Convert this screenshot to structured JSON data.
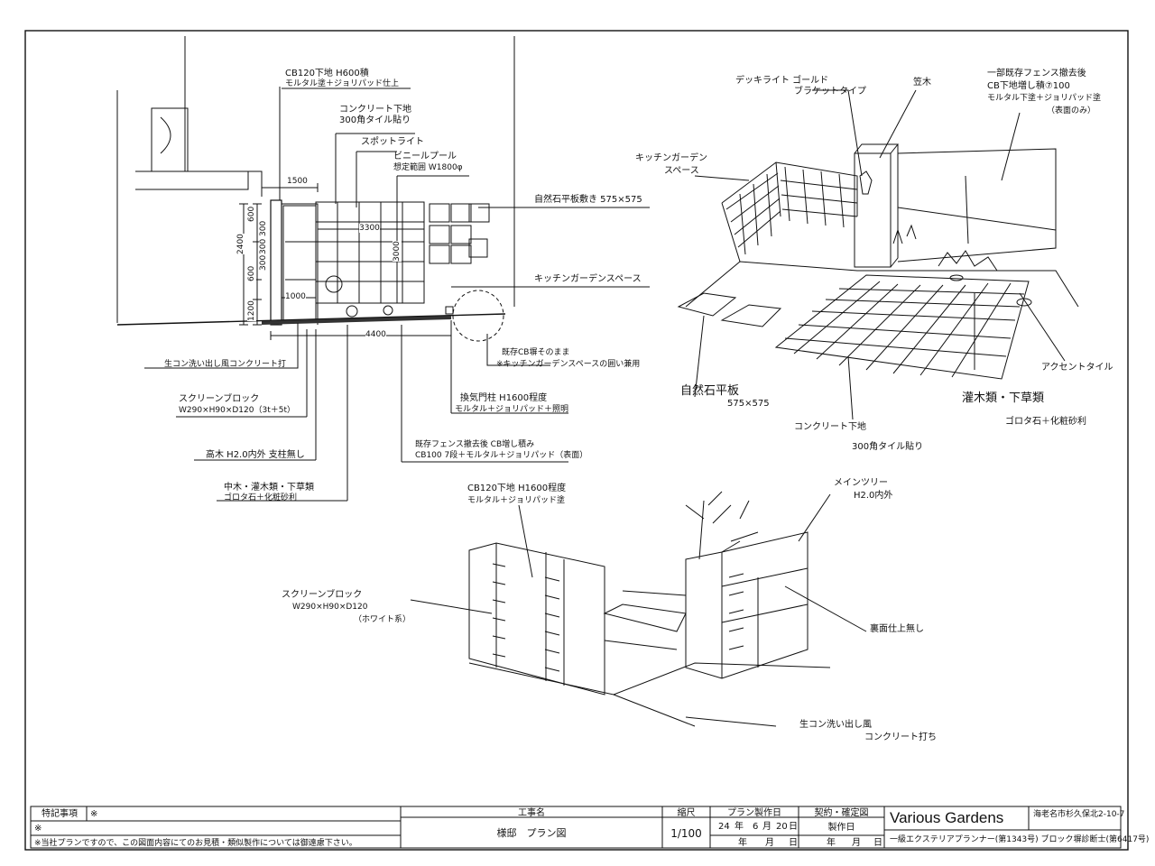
{
  "plan": {
    "labels": {
      "cb_wall_top": "CB120下地 H600積",
      "cb_wall_finish": "モルタル塗＋ジョリパッド仕上",
      "concrete_base": "コンクリート下地",
      "tile_300": "300角タイル貼り",
      "spotlight": "スポットライト",
      "vinyl_pool": "ビニールプール",
      "pool_range": "想定範囲 W1800φ",
      "natural_stone": "自然石平板敷き 575×575",
      "kitchen_garden": "キッチンガーデンスペース",
      "wash_concrete": "生コン洗い出し風コンクリート打",
      "existing_cb_1": "既存CB塀そのまま",
      "existing_cb_2": "※キッチンガーデンスペースの囲い兼用",
      "screen_block_1": "スクリーンブロック",
      "screen_block_2": "W290×H90×D120（3t＋5t）",
      "door_post_1": "換気門柱 H1600程度",
      "door_post_2": "モルタル＋ジョリパッド＋照明",
      "tall_tree": "高木 H2.0内外 支柱無し",
      "neighbor_1": "既存フェンス撤去後 CB増し積み",
      "neighbor_2": "CB100 7段＋モルタル＋ジョリパッド（表面）",
      "shrubs_1": "中木・灌木類・下草類",
      "shrubs_2": "ゴロタ石＋化粧砂利"
    },
    "dims": {
      "d1500": "1500",
      "d3300": "3300",
      "d3000": "3000",
      "d1000": "1000",
      "d4400": "4400",
      "d600a": "600",
      "d300a": "300",
      "d2400": "2400",
      "d300b": "300",
      "d600b": "600",
      "d300c": "300",
      "d1200": "1200"
    }
  },
  "persp1": {
    "labels": {
      "deck_light_1": "デッキライト ゴールド",
      "deck_light_2": "ブラケットタイプ",
      "post": "笠木",
      "kitchen_1": "キッチンガーデン",
      "kitchen_2": "スペース",
      "neighbor_1": "一部既存フェンス撤去後",
      "neighbor_2": "CB下地増し積⑦100",
      "neighbor_3": "モルタル下塗＋ジョリパッド塗",
      "neighbor_4": "（表面のみ）",
      "stone_1": "自然石平板",
      "stone_2": "575×575",
      "concrete_1": "コンクリート下地",
      "concrete_2": "300角タイル貼り",
      "shrub_1": "灌木類・下草類",
      "shrub_2": "ゴロタ石＋化粧砂利",
      "accent": "アクセントタイル"
    }
  },
  "persp2": {
    "labels": {
      "cb_1": "CB120下地 H1600程度",
      "cb_2": "モルタル＋ジョリパッド塗",
      "main_tree_1": "メインツリー",
      "main_tree_2": "H2.0内外",
      "screen_1": "スクリーンブロック",
      "screen_2": "W290×H90×D120",
      "screen_3": "（ホワイト系）",
      "back": "裏面仕上無し",
      "wash_1": "生コン洗い出し風",
      "wash_2": "コンクリート打ち"
    }
  },
  "titleblock": {
    "special_label": "特記事項",
    "mark": "※",
    "mark2": "※",
    "disclaimer": "※当社プランですので、この図面内容にてのお見積・類似製作については御遠慮下さい。",
    "project_label": "工事名",
    "project_name": "様邸　プラン図",
    "scale_label": "縮尺",
    "scale": "1/100",
    "draft_label": "プラン製作日",
    "draft_year": "24",
    "draft_year_unit": "年",
    "draft_month": "6",
    "draft_month_unit": "月",
    "draft_day": "20",
    "draft_day_unit": "日",
    "rev_year_unit": "年",
    "rev_month_unit": "月",
    "rev_day_unit": "日",
    "contract_label": "契約・確定図",
    "made_label": "製作日",
    "made_year_unit": "年",
    "made_month_unit": "月",
    "made_day_unit": "日",
    "company": "Various Gardens",
    "address": "海老名市杉久保北2-10-7",
    "cert": "一級エクステリアプランナー(第1343号) ブロック塀診断士(第6417号)"
  }
}
